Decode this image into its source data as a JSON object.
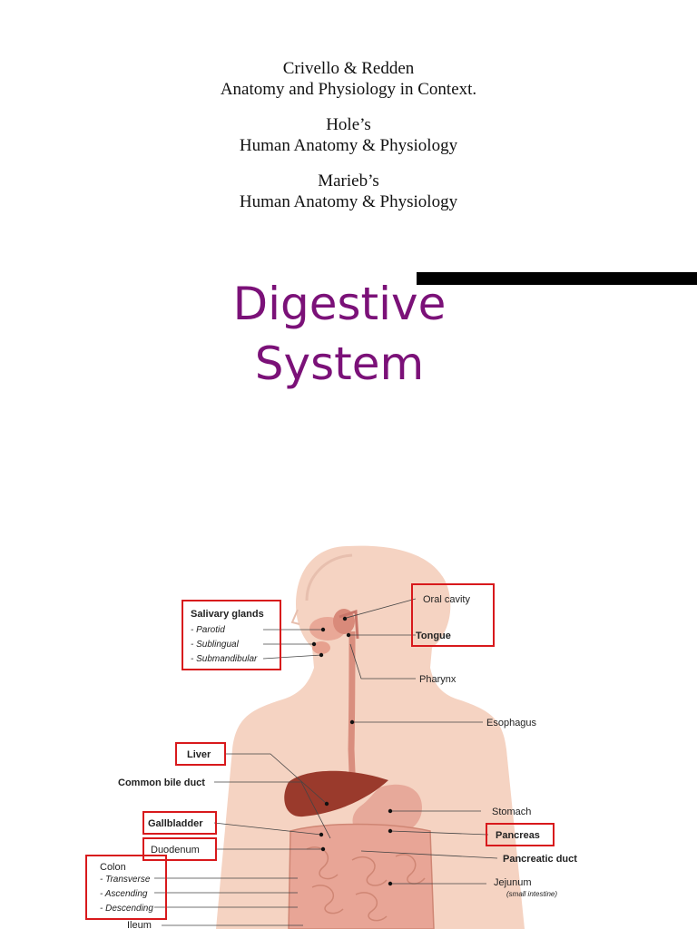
{
  "references": [
    {
      "lines": [
        "Crivello & Redden",
        "Anatomy and Physiology in Context."
      ]
    },
    {
      "lines": [
        "Hole’s",
        "Human Anatomy & Physiology"
      ]
    },
    {
      "lines": [
        "Marieb’s",
        "Human Anatomy & Physiology"
      ]
    }
  ],
  "title": {
    "line1": "Digestive",
    "line2": "System"
  },
  "colors": {
    "title": "#7b1178",
    "highlight_box": "#d8191c",
    "skin": "#f5d3c2",
    "liver": "#9a3a2c",
    "intestine": "#e8a596"
  },
  "figure": {
    "labels": {
      "salivary_glands": "Salivary glands",
      "parotid": "- Parotid",
      "sublingual": "- Sublingual",
      "submandibular": "- Submandibular",
      "oral_cavity": "Oral cavity",
      "tongue": "Tongue",
      "pharynx": "Pharynx",
      "esophagus": "Esophagus",
      "liver": "Liver",
      "common_bile_duct": "Common bile duct",
      "stomach": "Stomach",
      "gallbladder": "Gallbladder",
      "pancreas": "Pancreas",
      "duodenum": "Duodenum",
      "pancreatic_duct": "Pancreatic duct",
      "colon": "Colon",
      "transverse": "- Transverse",
      "ascending": "- Ascending",
      "descending": "- Descending",
      "jejunum": "Jejunum",
      "small_intestine": "(small intestine)",
      "ileum": "Ileum"
    }
  }
}
